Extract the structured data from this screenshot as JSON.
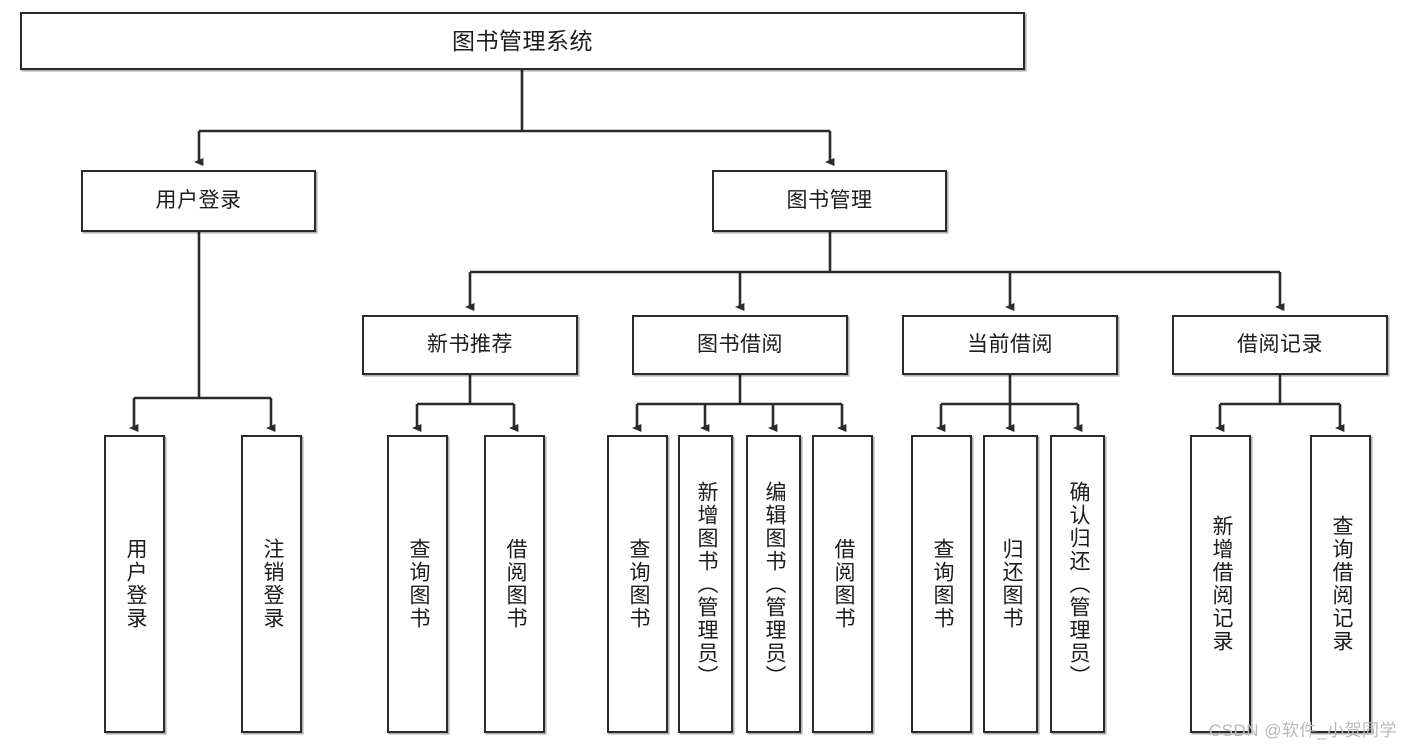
{
  "diagram": {
    "title": "图书管理系统",
    "type": "tree-structure-chart",
    "root": {
      "id": "root",
      "label": "图书管理系统"
    },
    "level2": [
      {
        "id": "login",
        "label": "用户登录"
      },
      {
        "id": "bookmgmt",
        "label": "图书管理"
      }
    ],
    "level3": [
      {
        "id": "newbook",
        "label": "新书推荐",
        "parent": "bookmgmt"
      },
      {
        "id": "borrow",
        "label": "图书借阅",
        "parent": "bookmgmt"
      },
      {
        "id": "current",
        "label": "当前借阅",
        "parent": "bookmgmt"
      },
      {
        "id": "records",
        "label": "借阅记录",
        "parent": "bookmgmt"
      }
    ],
    "leaves": [
      {
        "id": "leaf1",
        "label": "用户登录",
        "parent": "login"
      },
      {
        "id": "leaf2",
        "label": "注销登录",
        "parent": "login"
      },
      {
        "id": "leaf3",
        "label": "查询图书",
        "parent": "newbook"
      },
      {
        "id": "leaf4",
        "label": "借阅图书",
        "parent": "newbook"
      },
      {
        "id": "leaf5",
        "label": "查询图书",
        "parent": "borrow"
      },
      {
        "id": "leaf6",
        "label": "新增图书（管理员）",
        "parent": "borrow"
      },
      {
        "id": "leaf7",
        "label": "编辑图书（管理员）",
        "parent": "borrow"
      },
      {
        "id": "leaf8",
        "label": "借阅图书",
        "parent": "borrow"
      },
      {
        "id": "leaf9",
        "label": "查询图书",
        "parent": "current"
      },
      {
        "id": "leaf10",
        "label": "归还图书",
        "parent": "current"
      },
      {
        "id": "leaf11",
        "label": "确认归还（管理员）",
        "parent": "current"
      },
      {
        "id": "leaf12",
        "label": "新增借阅记录",
        "parent": "records"
      },
      {
        "id": "leaf13",
        "label": "查询借阅记录",
        "parent": "records"
      }
    ],
    "colors": {
      "stroke": "#2b2b2b",
      "fill": "#ffffff",
      "text": "#1c1c1c",
      "watermark": "#b9b9b9"
    }
  },
  "watermark": {
    "text": "CSDN @软件_小贺同学"
  }
}
